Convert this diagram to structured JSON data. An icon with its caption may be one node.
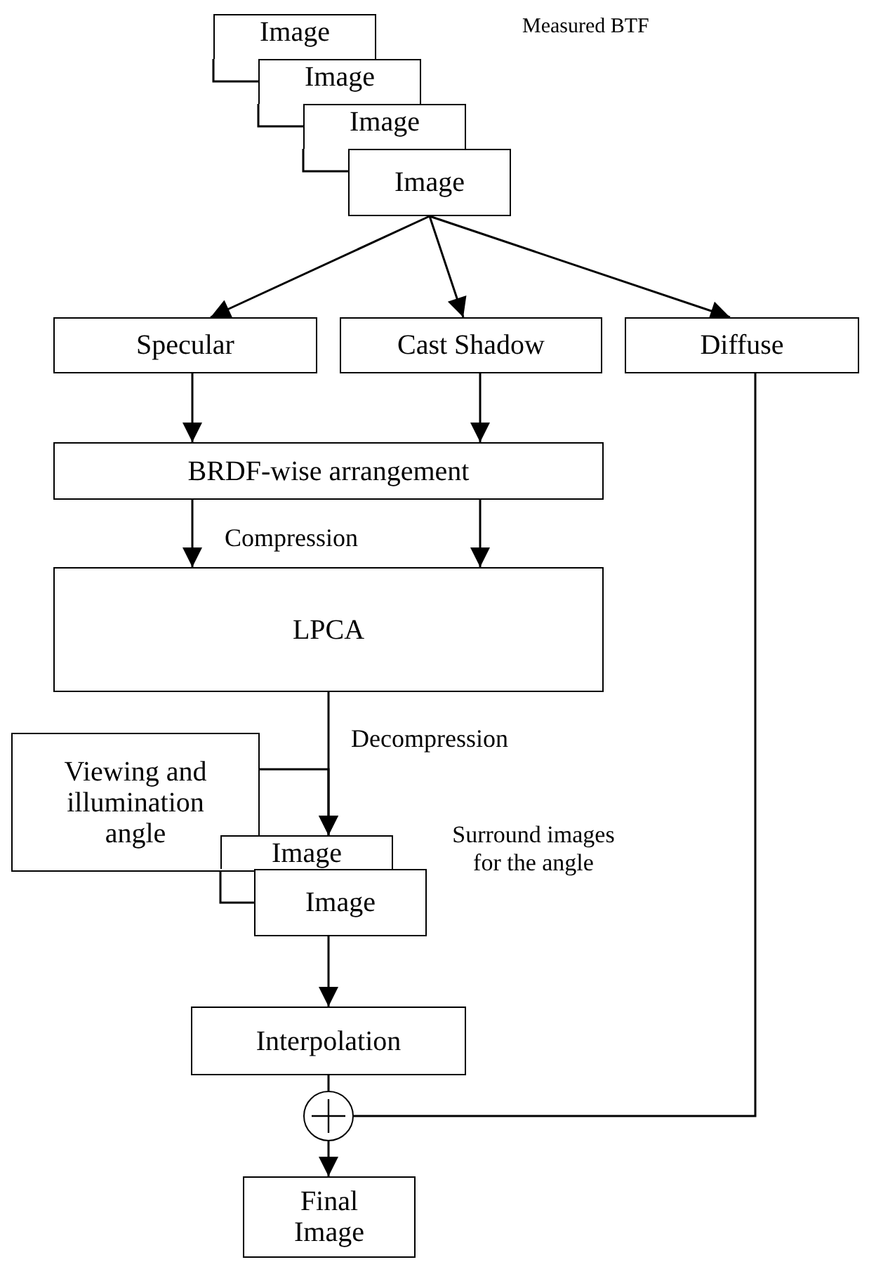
{
  "diagram": {
    "nodes": [
      {
        "text": [
          "Image"
        ]
      },
      {
        "text": [
          "Image"
        ]
      },
      {
        "text": [
          "Image"
        ]
      },
      {
        "text": [
          "Image"
        ]
      },
      {
        "text": [
          "Specular"
        ]
      },
      {
        "text": [
          "Cast Shadow"
        ]
      },
      {
        "text": [
          "Diffuse"
        ]
      },
      {
        "text": [
          "BRDF-wise arrangement"
        ]
      },
      {
        "text": [
          "LPCA"
        ]
      },
      {
        "text": [
          "Viewing and illumination angle"
        ]
      },
      {
        "text": [
          "Image"
        ]
      },
      {
        "text": [
          "Image"
        ]
      },
      {
        "text": [
          "Interpolation"
        ]
      },
      {
        "text": [],
        "shape": "circle"
      },
      {
        "text": [
          "Final Image"
        ]
      }
    ],
    "edges": [
      {
        "from": 3,
        "to": 4,
        "arrow": "to"
      },
      {
        "from": 3,
        "to": 5,
        "arrow": "to"
      },
      {
        "from": 3,
        "to": 6,
        "arrow": "to"
      },
      {
        "from": 4,
        "to": 7,
        "arrow": "to"
      },
      {
        "from": 5,
        "to": 7,
        "arrow": "to"
      },
      {
        "from": 7,
        "to": 8,
        "arrow": "to"
      },
      {
        "from": 7,
        "to": 8,
        "arrow": "to"
      },
      {
        "from": 8,
        "to": 10,
        "arrow": "to",
        "label": "Decompression"
      },
      {
        "from": 9,
        "to": 10,
        "arrow": "to"
      },
      {
        "from": 11,
        "to": 12,
        "arrow": "to"
      },
      {
        "from": 12,
        "to": 13,
        "arrow": "none"
      },
      {
        "from": 6,
        "to": 13,
        "arrow": "none"
      },
      {
        "from": 13,
        "to": 14,
        "arrow": "to"
      }
    ],
    "labels": [
      "Measured BTF",
      "Compression",
      "Surround images for the angle"
    ]
  }
}
